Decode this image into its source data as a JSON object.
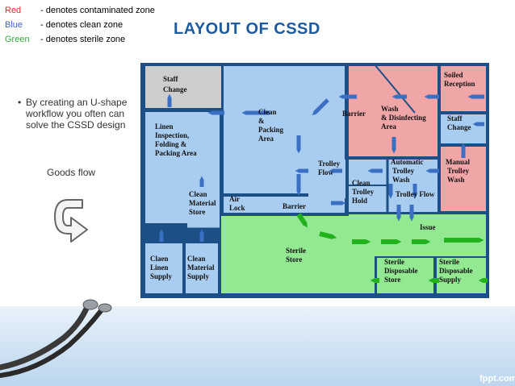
{
  "legend": [
    {
      "color_word": "Red",
      "desc": "- denotes contaminated zone",
      "color": "#e0282e"
    },
    {
      "color_word": "Blue",
      "desc": "- denotes clean zone",
      "color": "#3d5fd0"
    },
    {
      "color_word": "Green",
      "desc": "- denotes sterile zone",
      "color": "#2fa83a"
    }
  ],
  "title": "LAYOUT OF CSSD",
  "bullet": "By creating an U-shape workflow you often can solve the CSSD design",
  "goods_flow": "Goods flow",
  "brand": "fppt.com",
  "colors": {
    "contaminated": "#f0a5a7",
    "clean": "#a9cdf0",
    "sterile": "#93e892",
    "grey_room": "#cdcdcd",
    "wall": "#1b4f86",
    "title": "#1d5b9e"
  },
  "plan": {
    "staff_change_1": [
      "Staff",
      "Change"
    ],
    "soiled_reception": [
      "Soiled",
      "Reception"
    ],
    "wash_disinfecting": [
      "Wash",
      "& Disinfecting",
      "Area"
    ],
    "barrier_top": "Barrier",
    "clean_packing": [
      "Clean",
      "&",
      "Packing",
      "Area"
    ],
    "staff_change_2": [
      "Staff",
      "Change"
    ],
    "linen_inspection": [
      "Linen",
      "Inspection,",
      "Folding &",
      "Packing Area"
    ],
    "trolley_flow_1": [
      "Trolley",
      "Flow"
    ],
    "automatic_trolley_wash": [
      "Automatic",
      "Trolley",
      "Wash"
    ],
    "manual_trolley_wash": [
      "Manual",
      "Trolley",
      "Wash"
    ],
    "clean_trolley_hold": [
      "Clean",
      "Trolley",
      "Hold"
    ],
    "trolley_flow_2": "Trolley Flow",
    "clean_material_store": [
      "Clean",
      "Material",
      "Store"
    ],
    "air_lock": [
      "Air",
      "Lock"
    ],
    "barrier_bottom": "Barrier",
    "issue": "Issue",
    "sterile_store": [
      "Sterile",
      "Store"
    ],
    "clean_linen_supply": [
      "Claen",
      "Linen",
      "Supply"
    ],
    "clean_material_supply": [
      "Clean",
      "Material",
      "Supply"
    ],
    "sterile_disposable_store": [
      "Sterile",
      "Disposable",
      "Store"
    ],
    "sterile_disposable_supply": [
      "Sterile",
      "Disposable",
      "Supply"
    ]
  }
}
